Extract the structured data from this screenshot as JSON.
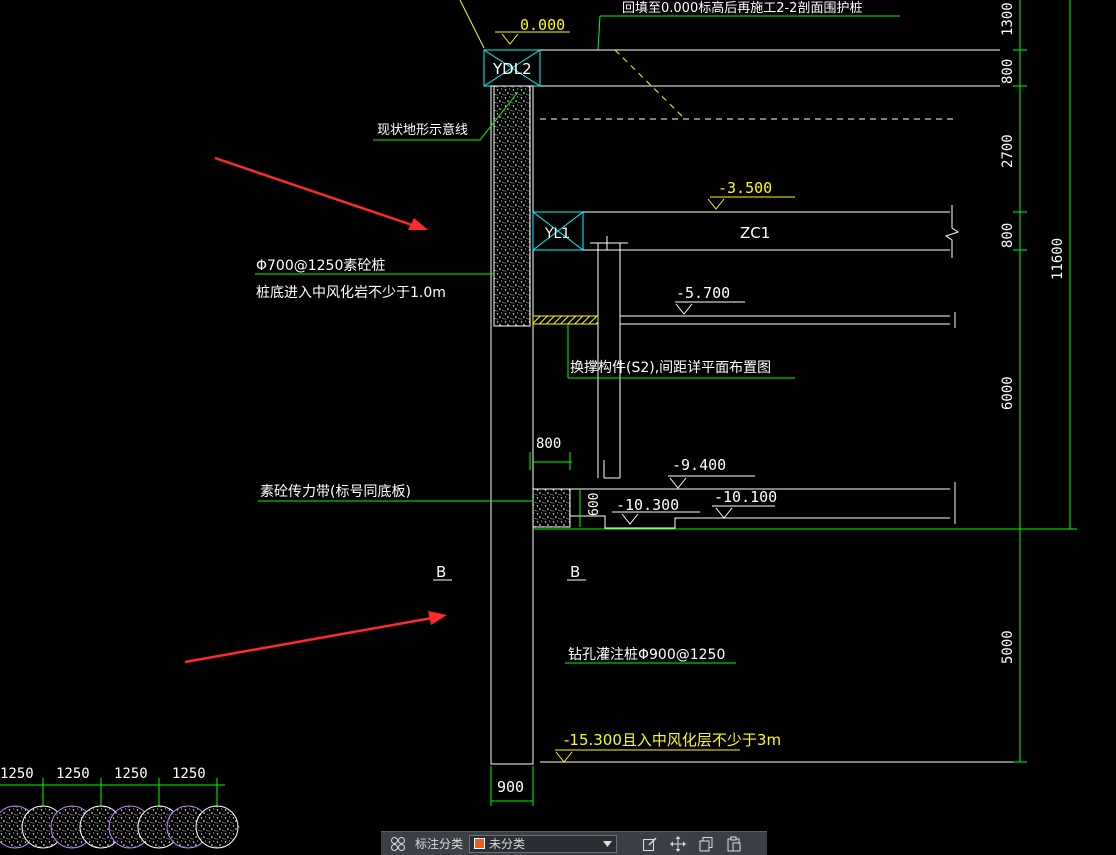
{
  "drawing": {
    "elev_0": "0.000",
    "elev_m35": "-3.500",
    "elev_m57": "-5.700",
    "elev_m94": "-9.400",
    "elev_m103": "-10.300",
    "elev_m101": "-10.100",
    "elev_m153": "-15.300且入中风化层不少于3m",
    "note_backfill": "回填至0.000标高后再施工2-2剖面围护桩",
    "label_ydl2": "YDL2",
    "label_yl1": "YL1",
    "label_zc1": "ZC1",
    "note_terrain": "现状地形示意线",
    "note_pile700_1": "Φ700@1250素砼桩",
    "note_pile700_2": "桩底进入中风化岩不少于1.0m",
    "note_brace": "换撑构件(S2),间距详平面布置图",
    "note_band": "素砼传力带(标号同底板)",
    "note_pile900": "钻孔灌注桩Φ900@1250",
    "label_b_left": "B",
    "label_b_right": "B",
    "dim_800_top": "800",
    "dim_1300": "1300",
    "dim_2700": "2700",
    "dim_800_mid": "800",
    "dim_6000": "6000",
    "dim_5000": "5000",
    "dim_11600": "11600",
    "dim_800_band": "800",
    "dim_600": "600",
    "dim_900": "900",
    "spacing": [
      "1250",
      "1250",
      "1250",
      "1250"
    ]
  },
  "toolbar": {
    "category_label": "标注分类",
    "category_value": "未分类",
    "swatch_color": "#e8601c"
  },
  "colors": {
    "white": "#ffffff",
    "green": "#00ff00",
    "yellow": "#ffff00",
    "cyan": "#00ffff",
    "red": "#ff2a2a",
    "purple": "#c080ff"
  }
}
